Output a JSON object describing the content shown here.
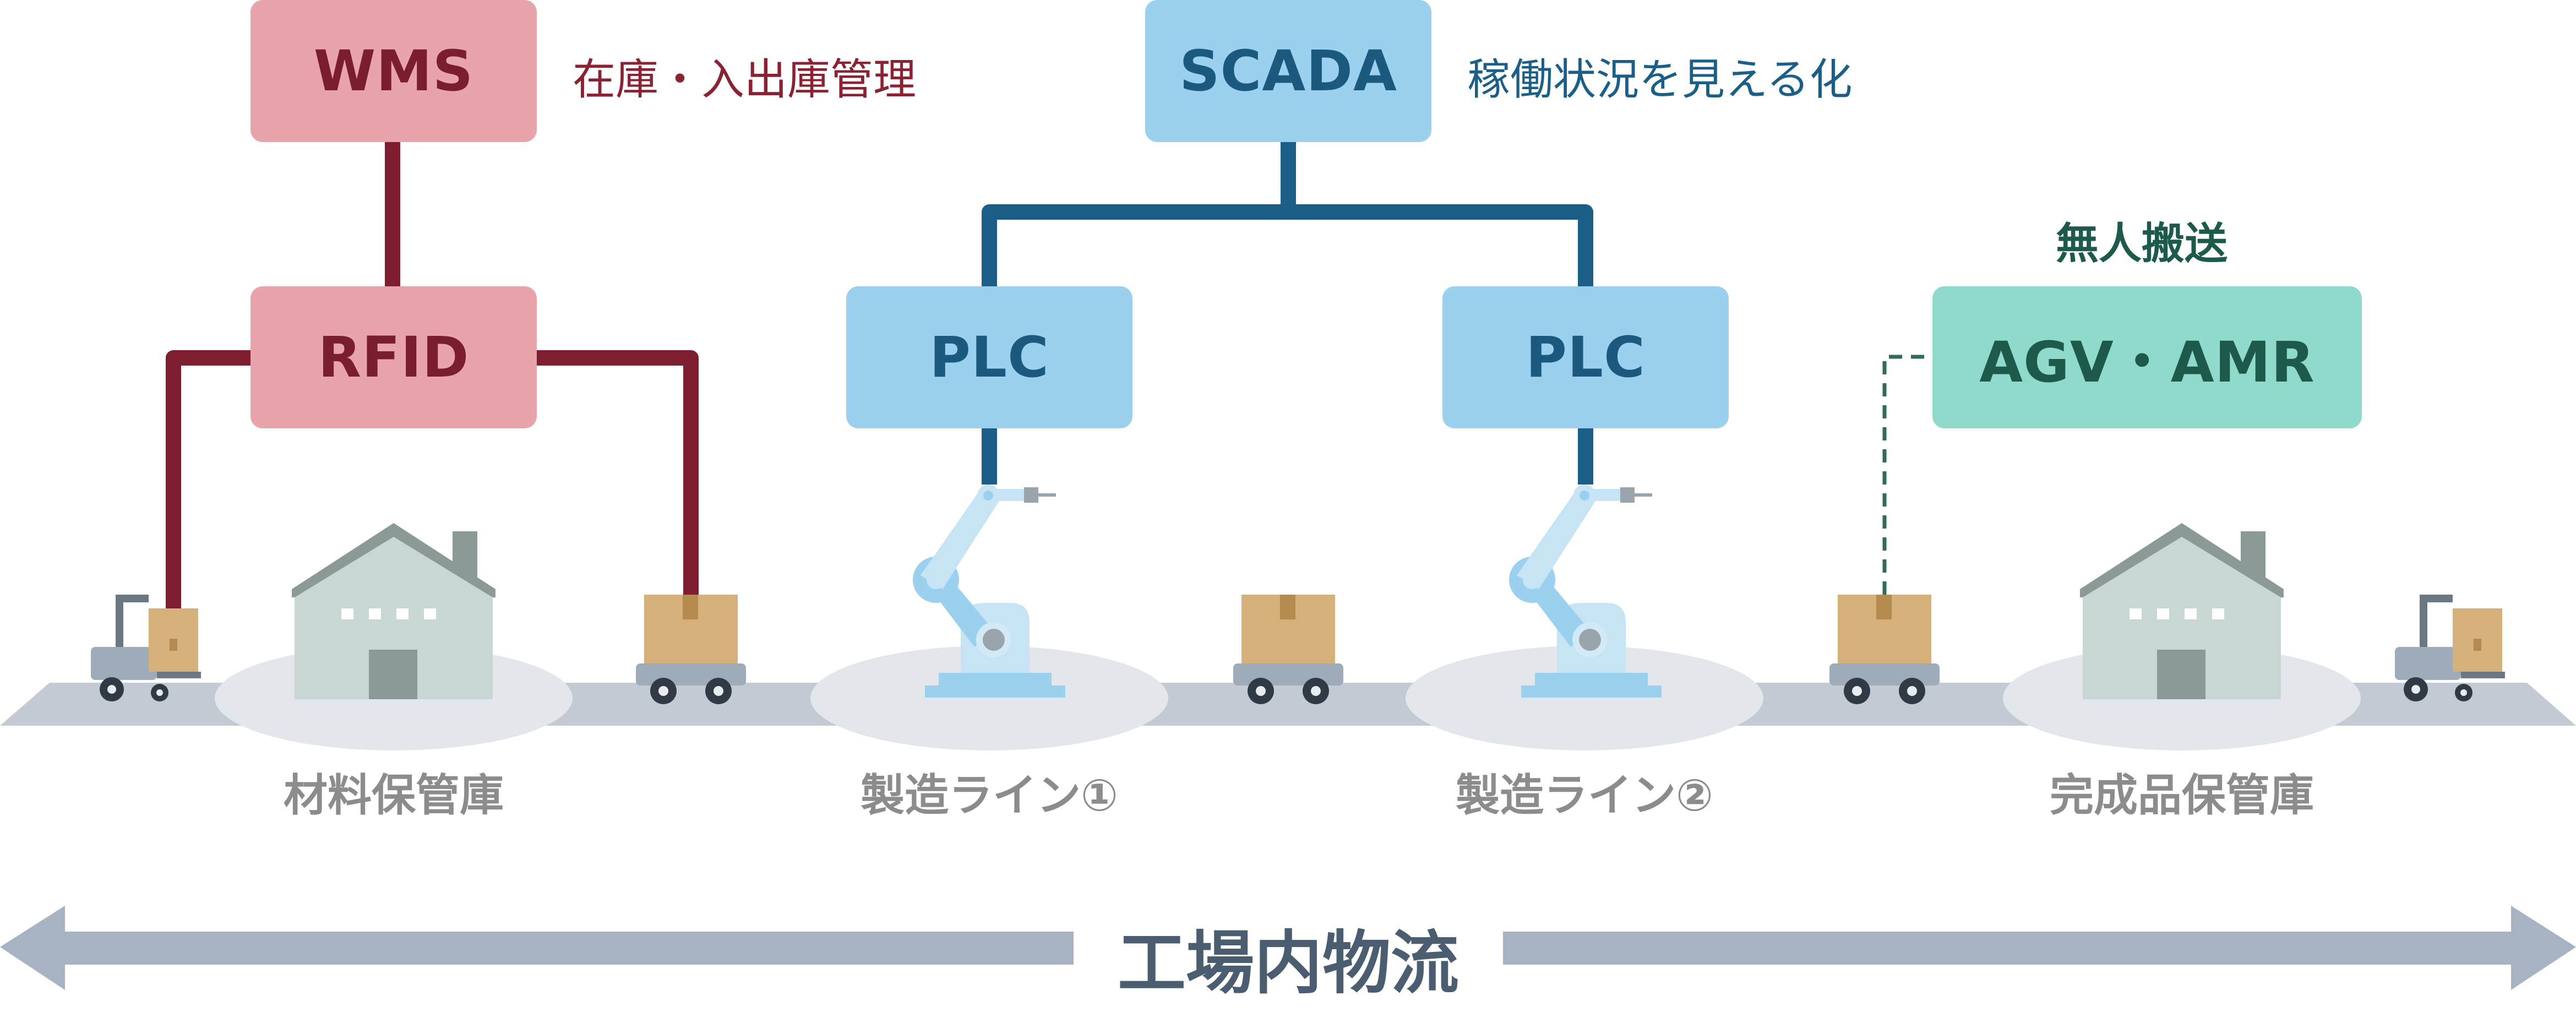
{
  "systems": {
    "wms": {
      "label": "WMS",
      "caption": "在庫・入出庫管理"
    },
    "scada": {
      "label": "SCADA",
      "caption": "稼働状況を見える化"
    },
    "rfid": {
      "label": "RFID"
    },
    "plc1": {
      "label": "PLC"
    },
    "plc2": {
      "label": "PLC"
    },
    "agv": {
      "label": "AGV・AMR",
      "caption": "無人搬送"
    }
  },
  "sites": [
    {
      "label": "材料保管庫"
    },
    {
      "label": "製造ライン①"
    },
    {
      "label": "製造ライン②"
    },
    {
      "label": "完成品保管庫"
    }
  ],
  "flow": {
    "label": "工場内物流"
  },
  "colors": {
    "wms_line": "#7f1d30",
    "scada_line": "#1b5f88",
    "agv_line": "#2e6b5b",
    "conveyor": "#c3cad3",
    "arrow": "#a7b3c2",
    "box_red": "#e8a3ab",
    "box_blue": "#9bd0ee",
    "box_green": "#8fdacb",
    "cardboard": "#d6b07a"
  }
}
